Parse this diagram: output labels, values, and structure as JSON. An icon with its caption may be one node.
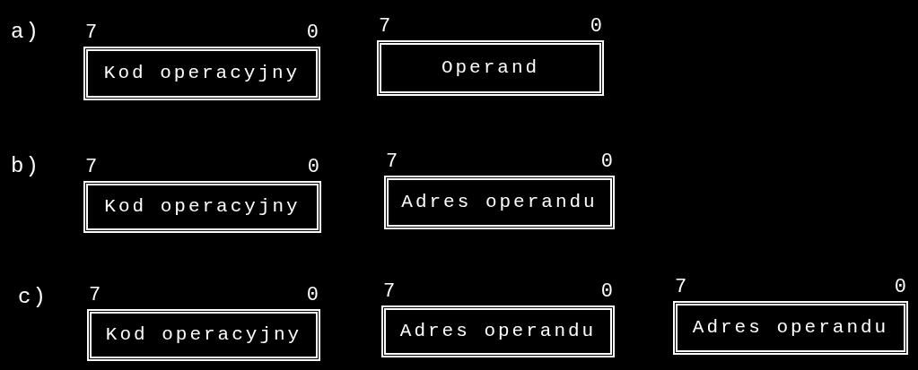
{
  "diagram": {
    "nodes": [
      {
        "text": [
          "Kod operacyjny"
        ],
        "beside": [
          "7",
          "0"
        ]
      },
      {
        "text": [
          "Operand"
        ],
        "beside": [
          "7",
          "0"
        ]
      },
      {
        "text": [
          "Kod operacyjny"
        ],
        "beside": [
          "7",
          "0"
        ]
      },
      {
        "text": [
          "Adres operandu"
        ],
        "beside": [
          "7",
          "0"
        ]
      },
      {
        "text": [
          "Kod operacyjny"
        ],
        "beside": [
          "7",
          "0"
        ]
      },
      {
        "text": [
          "Adres operandu"
        ],
        "beside": [
          "7",
          "0"
        ]
      },
      {
        "text": [
          "Adres operandu"
        ],
        "beside": [
          "7",
          "0"
        ]
      }
    ],
    "labels": [
      "a)",
      "b)",
      "c)"
    ]
  }
}
